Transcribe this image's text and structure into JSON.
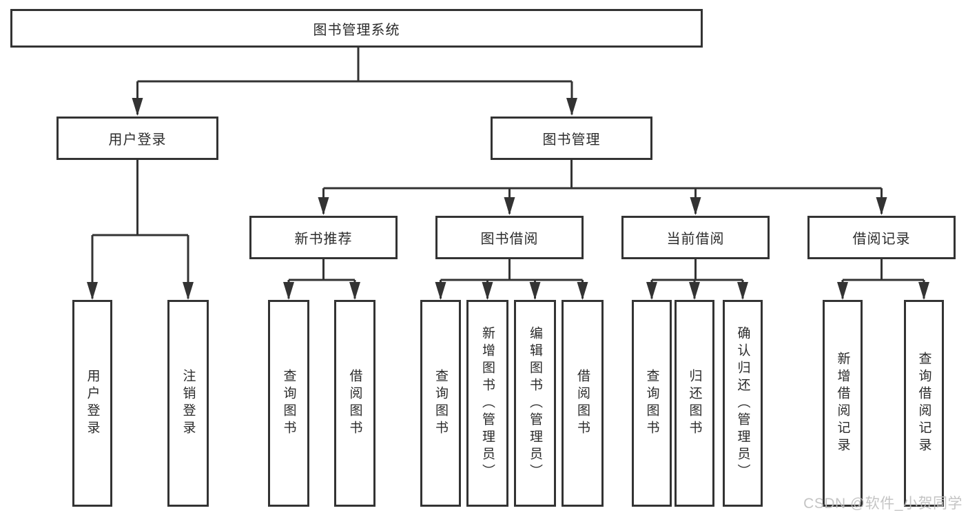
{
  "diagram": {
    "type": "hierarchy-functional-structure",
    "title": "图书管理系统",
    "nodes": {
      "root": "图书管理系统",
      "user_login": "用户登录",
      "book_management": "图书管理",
      "new_book_recommend": "新书推荐",
      "book_borrow": "图书借阅",
      "current_borrow": "当前借阅",
      "borrow_records": "借阅记录",
      "leaf_user_login": "用户登录",
      "leaf_logout": "注销登录",
      "leaf_nb_query": "查询图书",
      "leaf_nb_borrow": "借阅图书",
      "leaf_bb_query": "查询图书",
      "leaf_bb_add": "新增图书（管理员）",
      "leaf_bb_edit": "编辑图书（管理员）",
      "leaf_bb_borrow": "借阅图书",
      "leaf_cb_query": "查询图书",
      "leaf_cb_return": "归还图书",
      "leaf_cb_confirm": "确认归还（管理员）",
      "leaf_br_add": "新增借阅记录",
      "leaf_br_query": "查询借阅记录"
    },
    "edges": [
      [
        "图书管理系统",
        "用户登录"
      ],
      [
        "图书管理系统",
        "图书管理"
      ],
      [
        "用户登录",
        "用户登录"
      ],
      [
        "用户登录",
        "注销登录"
      ],
      [
        "图书管理",
        "新书推荐"
      ],
      [
        "图书管理",
        "图书借阅"
      ],
      [
        "图书管理",
        "当前借阅"
      ],
      [
        "图书管理",
        "借阅记录"
      ],
      [
        "新书推荐",
        "查询图书"
      ],
      [
        "新书推荐",
        "借阅图书"
      ],
      [
        "图书借阅",
        "查询图书"
      ],
      [
        "图书借阅",
        "新增图书（管理员）"
      ],
      [
        "图书借阅",
        "编辑图书（管理员）"
      ],
      [
        "图书借阅",
        "借阅图书"
      ],
      [
        "当前借阅",
        "查询图书"
      ],
      [
        "当前借阅",
        "归还图书"
      ],
      [
        "当前借阅",
        "确认归还（管理员）"
      ],
      [
        "借阅记录",
        "新增借阅记录"
      ],
      [
        "借阅记录",
        "查询借阅记录"
      ]
    ],
    "watermark": "CSDN @软件_小贺同学",
    "colors": {
      "line": "#333333",
      "box_border": "#333333",
      "box_background": "#ffffff",
      "text": "#2b2b2b",
      "watermark": "#bfbfbf"
    }
  }
}
